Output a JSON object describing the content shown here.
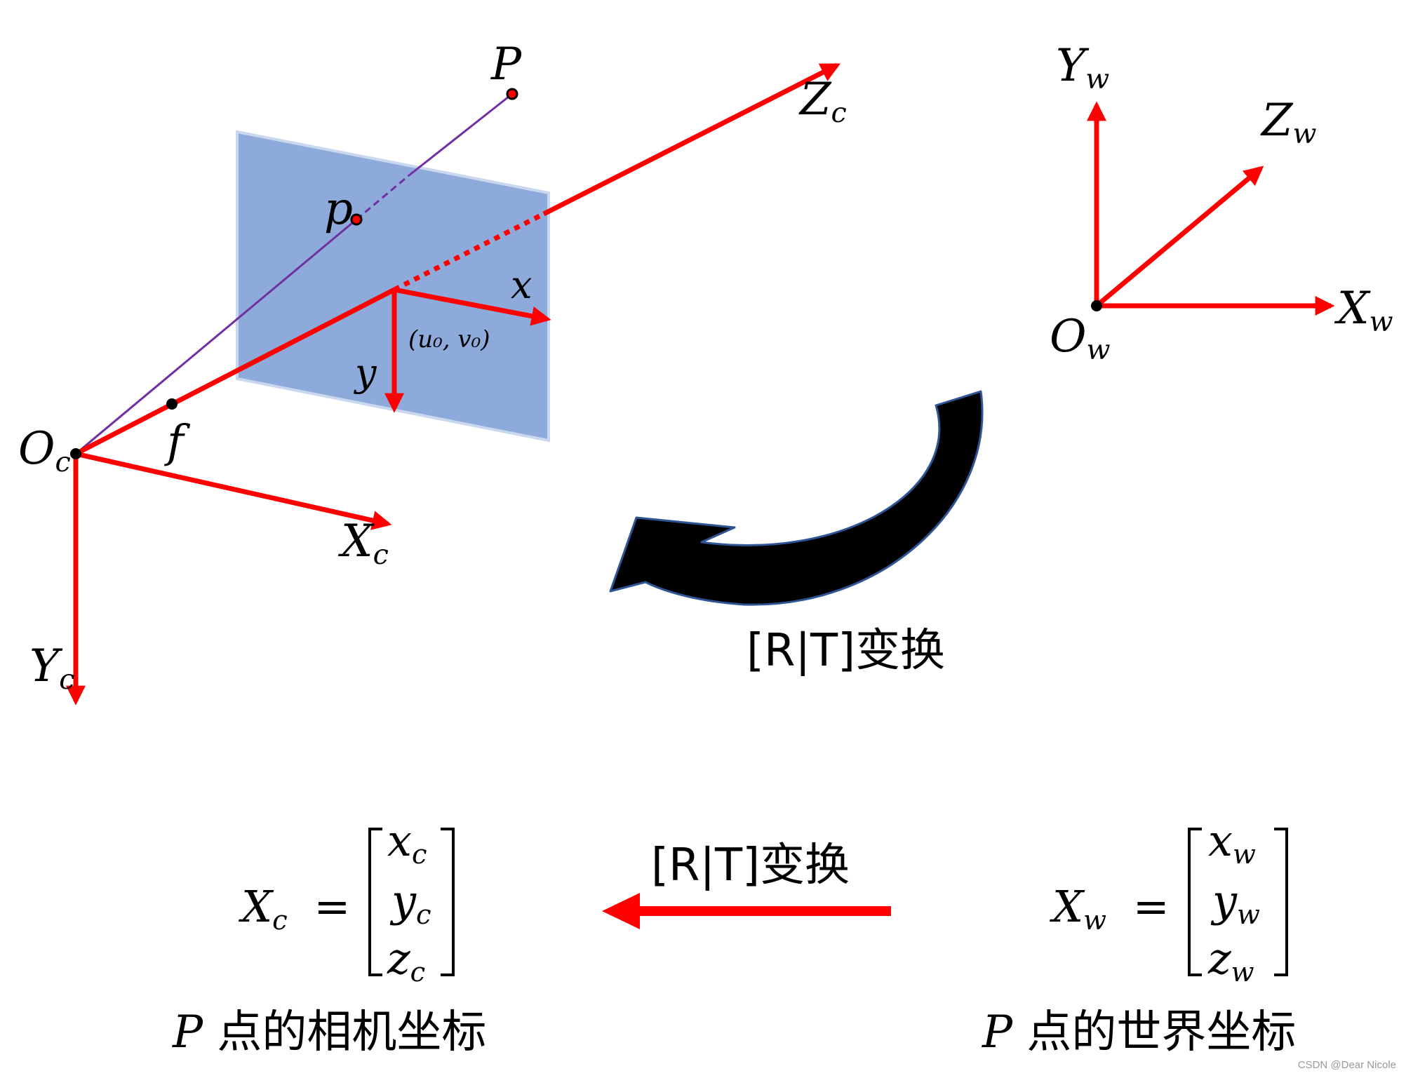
{
  "colors": {
    "axis": "#ff0000",
    "image_plane": "#8eaadb",
    "image_plane_border": "#c9d7ef",
    "ray": "#7030a0",
    "rotation_arrow": "#000000",
    "rotation_arrow_border": "#2f5597"
  },
  "camera": {
    "origin": "O",
    "origin_sub": "c",
    "x_axis": "X",
    "x_axis_sub": "c",
    "y_axis": "Y",
    "y_axis_sub": "c",
    "z_axis": "Z",
    "z_axis_sub": "c",
    "focal": "f",
    "image_x": "x",
    "image_y": "y",
    "principal_point": "(u₀, v₀)"
  },
  "point": {
    "world_point": "P",
    "image_point": "p"
  },
  "world": {
    "origin": "O",
    "origin_sub": "w",
    "x_axis": "X",
    "x_axis_sub": "w",
    "y_axis": "Y",
    "y_axis_sub": "w",
    "z_axis": "Z",
    "z_axis_sub": "w"
  },
  "transform": {
    "label_top": "[R|T]变换",
    "label_bottom": "[R|T]变换"
  },
  "equations": {
    "camera_lhs": "X",
    "camera_lhs_sub": "c",
    "camera_vec": [
      {
        "v": "x",
        "s": "c"
      },
      {
        "v": "y",
        "s": "c"
      },
      {
        "v": "z",
        "s": "c"
      }
    ],
    "world_lhs": "X",
    "world_lhs_sub": "w",
    "world_vec": [
      {
        "v": "x",
        "s": "w"
      },
      {
        "v": "y",
        "s": "w"
      },
      {
        "v": "z",
        "s": "w"
      }
    ],
    "equals": "="
  },
  "captions": {
    "camera_P": "P",
    "camera_text": "点的相机坐标",
    "world_P": "P",
    "world_text": "点的世界坐标"
  },
  "watermark": "CSDN @Dear Nicole"
}
